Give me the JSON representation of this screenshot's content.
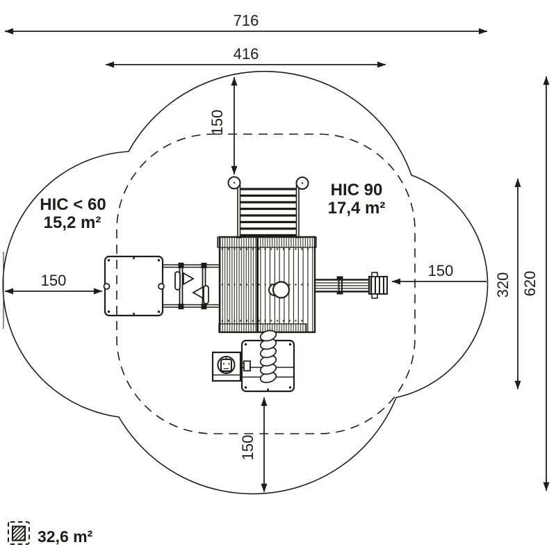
{
  "drawing": {
    "type": "playground-equipment-safety-zone-plan"
  },
  "dimensions": {
    "overall_width": "716",
    "equipment_width": "416",
    "top_clearance": "150",
    "left_clearance": "150",
    "right_clearance": "150",
    "bottom_clearance": "150",
    "equipment_extent_height": "320",
    "overall_height": "620"
  },
  "impact_zones": {
    "hic_60": {
      "label": "HIC < 60",
      "area": "15,2 m²"
    },
    "hic_90": {
      "label": "HIC 90",
      "area": "17,4 m²"
    }
  },
  "legend": {
    "icon": "hatched-square-icon",
    "safety_surface_area": "32,6 m²"
  },
  "colors": {
    "line": "#1d1d1b",
    "background": "#ffffff"
  }
}
